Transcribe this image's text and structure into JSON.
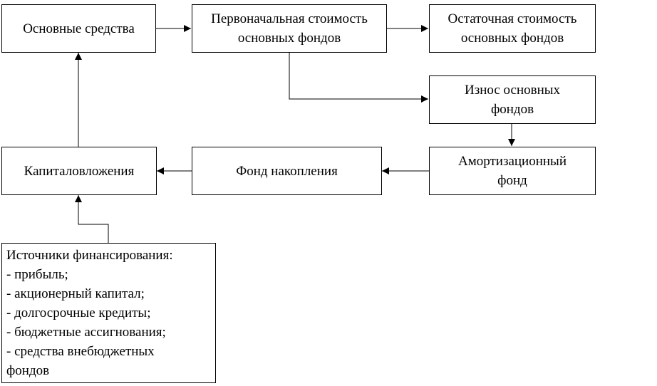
{
  "nodes": {
    "fixed_assets": {
      "lines": [
        "Основные средства"
      ]
    },
    "initial_cost": {
      "lines": [
        "Первоначальная стоимость",
        "основных фондов"
      ]
    },
    "residual_cost": {
      "lines": [
        "Остаточная стоимость",
        "основных фондов"
      ]
    },
    "depreciation_wear": {
      "lines": [
        "Износ основных",
        "фондов"
      ]
    },
    "amortization_fund": {
      "lines": [
        "Амортизационный",
        "фонд"
      ]
    },
    "accumulation_fund": {
      "lines": [
        "Фонд накопления"
      ]
    },
    "capital_investment": {
      "lines": [
        "Капиталовложения"
      ]
    }
  },
  "sources": {
    "title": "Источники финансирования:",
    "items": [
      "- прибыль;",
      "- акционерный капитал;",
      "- долгосрочные кредиты;",
      "- бюджетные ассигнования;",
      "- средства внебюджетных",
      "фондов"
    ]
  }
}
